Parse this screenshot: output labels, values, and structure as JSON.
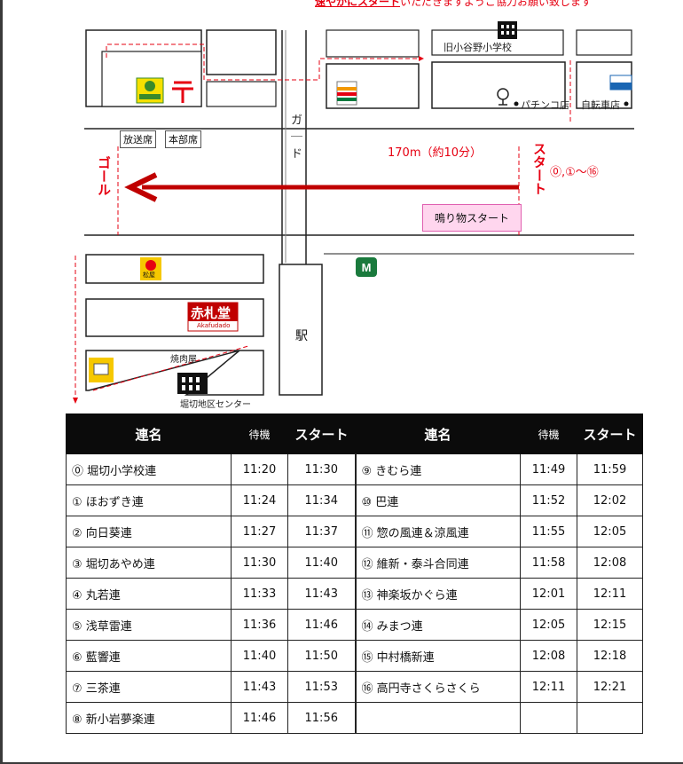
{
  "header_note": {
    "underlined": "速やかにスタート",
    "rest": "いただきますようご協力お願い致します"
  },
  "map": {
    "school_label": "旧小谷野小学校",
    "pachinko_label": "パチンコ店",
    "bike_label": "自転車店",
    "hoso_label": "放送席",
    "honbu_label": "本部席",
    "guard_label": "ガ｜ド",
    "distance_label": "170m（約10分）",
    "goal_label": "ゴール",
    "start_label": "スタート",
    "start_numbers": "⓪,①～⑯",
    "narimono_label": "鳴り物スタート",
    "station_label": "駅",
    "yakiniku_label": "焼肉屋",
    "center_label": "堀切地区センター",
    "matsuya_sign": "松屋",
    "akafuda_sign": "赤札堂",
    "akafuda_sub": "Akafudado"
  },
  "table": {
    "headers": [
      "連名",
      "待機",
      "スタート",
      "連名",
      "待機",
      "スタート"
    ],
    "rows": [
      {
        "left": {
          "name": "⓪ 堀切小学校連",
          "wait": "11:20",
          "start": "11:30"
        },
        "right": {
          "name": "⑨ きむら連",
          "wait": "11:49",
          "start": "11:59"
        }
      },
      {
        "left": {
          "name": "① ほおずき連",
          "wait": "11:24",
          "start": "11:34"
        },
        "right": {
          "name": "⑩ 巴連",
          "wait": "11:52",
          "start": "12:02"
        }
      },
      {
        "left": {
          "name": "② 向日葵連",
          "wait": "11:27",
          "start": "11:37"
        },
        "right": {
          "name": "⑪ 惣の風連＆涼風連",
          "wait": "11:55",
          "start": "12:05"
        }
      },
      {
        "left": {
          "name": "③ 堀切あやめ連",
          "wait": "11:30",
          "start": "11:40"
        },
        "right": {
          "name": "⑫ 維新・泰斗合同連",
          "wait": "11:58",
          "start": "12:08"
        }
      },
      {
        "left": {
          "name": "④ 丸若連",
          "wait": "11:33",
          "start": "11:43"
        },
        "right": {
          "name": "⑬ 神楽坂かぐら連",
          "wait": "12:01",
          "start": "12:11"
        }
      },
      {
        "left": {
          "name": "⑤ 浅草雷連",
          "wait": "11:36",
          "start": "11:46"
        },
        "right": {
          "name": "⑭ みまつ連",
          "wait": "12:05",
          "start": "12:15"
        }
      },
      {
        "left": {
          "name": "⑥ 藍響連",
          "wait": "11:40",
          "start": "11:50"
        },
        "right": {
          "name": "⑮ 中村橋新連",
          "wait": "12:08",
          "start": "12:18"
        }
      },
      {
        "left": {
          "name": "⑦ 三茶連",
          "wait": "11:43",
          "start": "11:53"
        },
        "right": {
          "name": "⑯ 高円寺さくらさくら",
          "wait": "12:11",
          "start": "12:21"
        }
      },
      {
        "left": {
          "name": "⑧ 新小岩夢楽連",
          "wait": "11:46",
          "start": "11:56"
        },
        "right": {
          "name": "",
          "wait": "",
          "start": ""
        }
      }
    ]
  },
  "colors": {
    "accent_red": "#e60012",
    "arrow_red": "#c00000",
    "header_black": "#0b0b0b",
    "narimono_pink": "#ffd6ee"
  }
}
